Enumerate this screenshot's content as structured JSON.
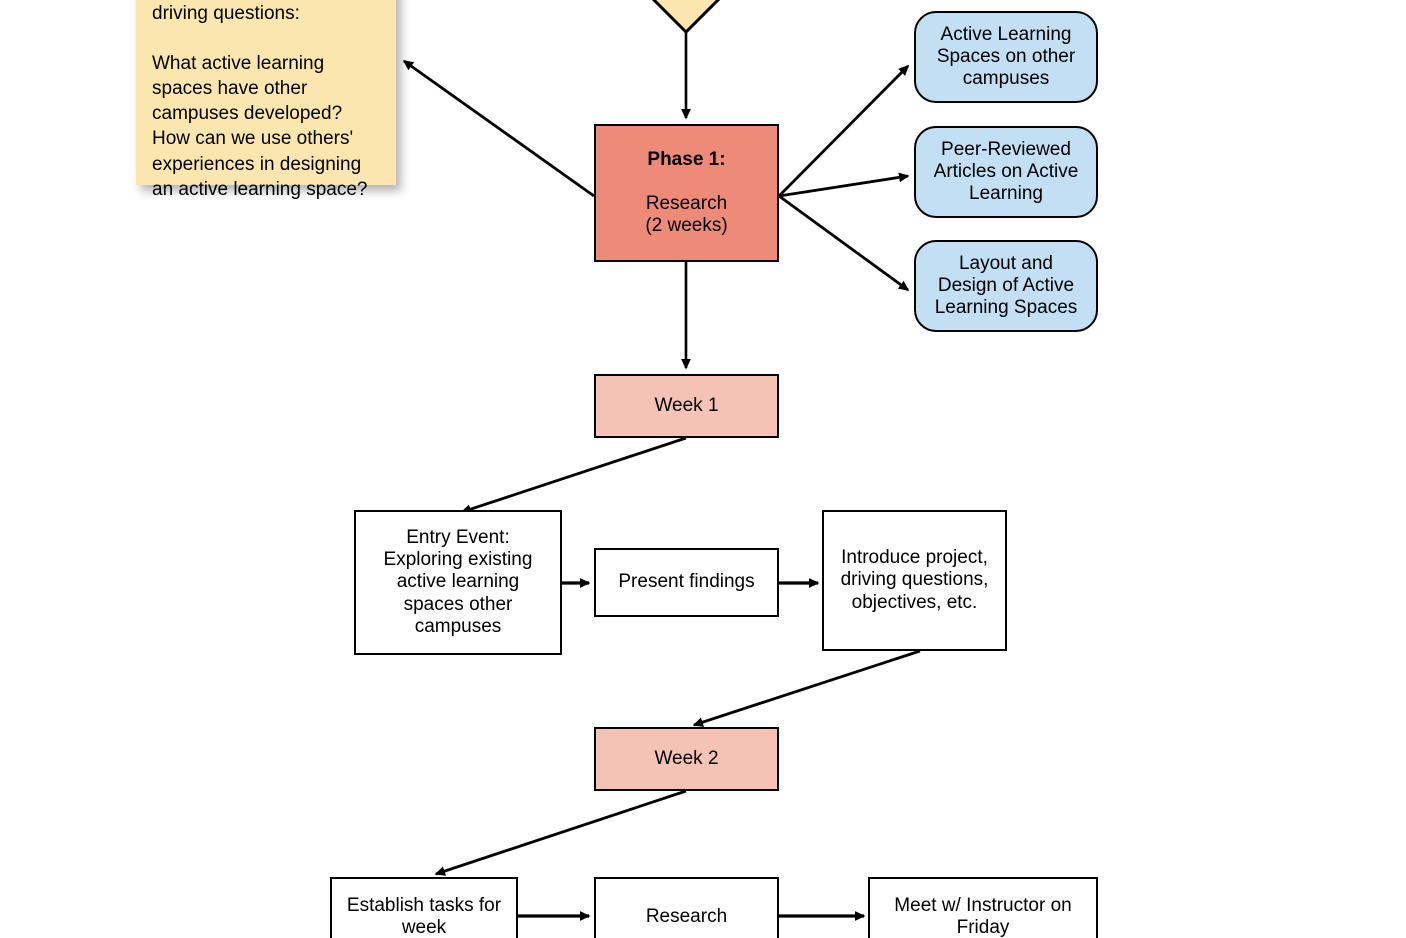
{
  "diagram": {
    "title_shape": {
      "name": "top-diamond-partial",
      "fill": "#fbe7ae"
    },
    "sticky_note": {
      "text_clipped_line": "driving questions:",
      "text": "What active learning\nspaces have other\ncampuses developed?\nHow can we use others'\nexperiences in designing\nan active learning space?",
      "fill": "#fbe7ae"
    },
    "phase": {
      "label_bold": "Phase 1:",
      "label_rest": "Research\n(2 weeks)",
      "fill": "#ed8a78"
    },
    "resources": [
      {
        "label": "Active Learning\nSpaces on other\ncampuses",
        "fill": "#c3dff4"
      },
      {
        "label": "Peer-Reviewed\nArticles on Active\nLearning",
        "fill": "#c3dff4"
      },
      {
        "label": "Layout and\nDesign of Active\nLearning Spaces",
        "fill": "#c3dff4"
      }
    ],
    "weeks": [
      {
        "label": "Week 1",
        "fill": "#f5c3b6"
      },
      {
        "label": "Week 2",
        "fill": "#f5c3b6"
      }
    ],
    "week1_tasks": [
      {
        "label": "Entry Event:\nExploring existing\nactive learning\nspaces other\ncampuses"
      },
      {
        "label": "Present findings"
      },
      {
        "label": "Introduce project,\ndriving questions,\nobjectives, etc."
      }
    ],
    "week2_tasks": [
      {
        "label": "Establish tasks for\nweek"
      },
      {
        "label": "Research"
      },
      {
        "label": "Meet w/ Instructor on\nFriday"
      }
    ],
    "colors": {
      "stroke": "#000000",
      "phase_fill": "#ed8a78",
      "week_fill": "#f5c3b6",
      "resource_fill": "#c3dff4",
      "sticky_fill": "#fbe7ae",
      "box_fill": "#ffffff"
    }
  }
}
